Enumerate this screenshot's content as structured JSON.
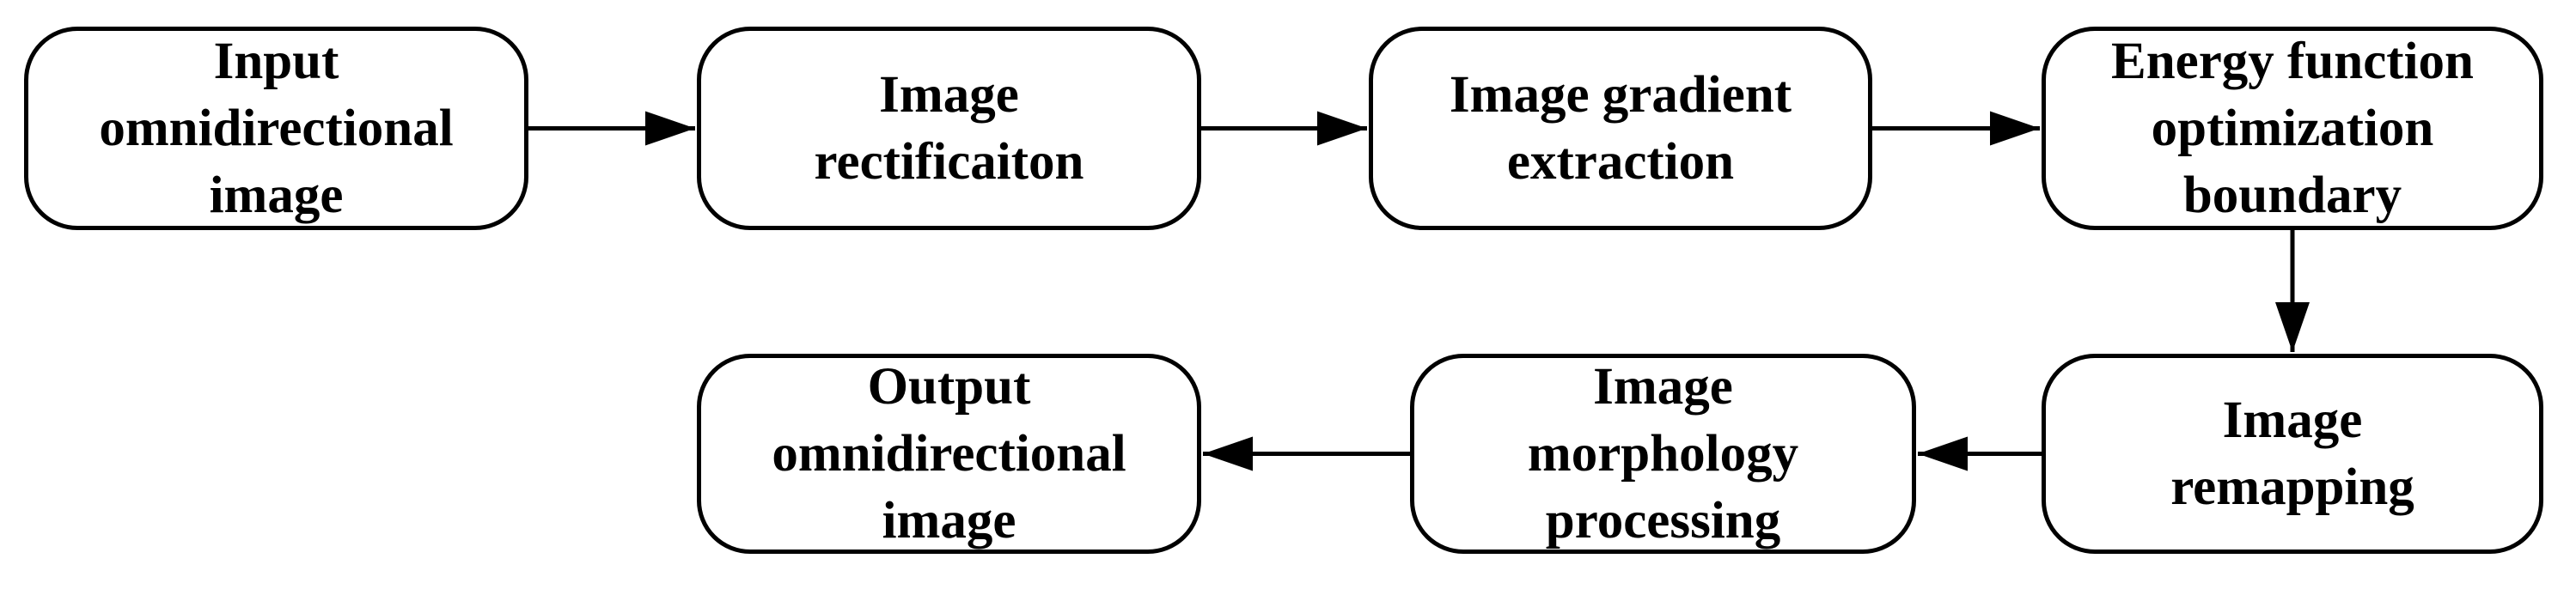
{
  "diagram": {
    "nodes": [
      {
        "id": "input-image",
        "lines": [
          "Input",
          "omnidirectional",
          "image"
        ]
      },
      {
        "id": "rectification",
        "lines": [
          "Image",
          "rectificaiton"
        ]
      },
      {
        "id": "gradient",
        "lines": [
          "Image gradient",
          "extraction"
        ]
      },
      {
        "id": "energy",
        "lines": [
          "Energy function",
          "optimization",
          "boundary"
        ]
      },
      {
        "id": "remapping",
        "lines": [
          "Image",
          "remapping"
        ]
      },
      {
        "id": "morphology",
        "lines": [
          "Image",
          "morphology",
          "processing"
        ]
      },
      {
        "id": "output-image",
        "lines": [
          "Output",
          "omnidirectional",
          "image"
        ]
      }
    ],
    "edges": [
      {
        "from": "input-image",
        "to": "rectification"
      },
      {
        "from": "rectification",
        "to": "gradient"
      },
      {
        "from": "gradient",
        "to": "energy"
      },
      {
        "from": "energy",
        "to": "remapping"
      },
      {
        "from": "remapping",
        "to": "morphology"
      },
      {
        "from": "morphology",
        "to": "output-image"
      }
    ],
    "colors": {
      "stroke": "#000000",
      "fill": "#ffffff",
      "text": "#000000"
    }
  }
}
